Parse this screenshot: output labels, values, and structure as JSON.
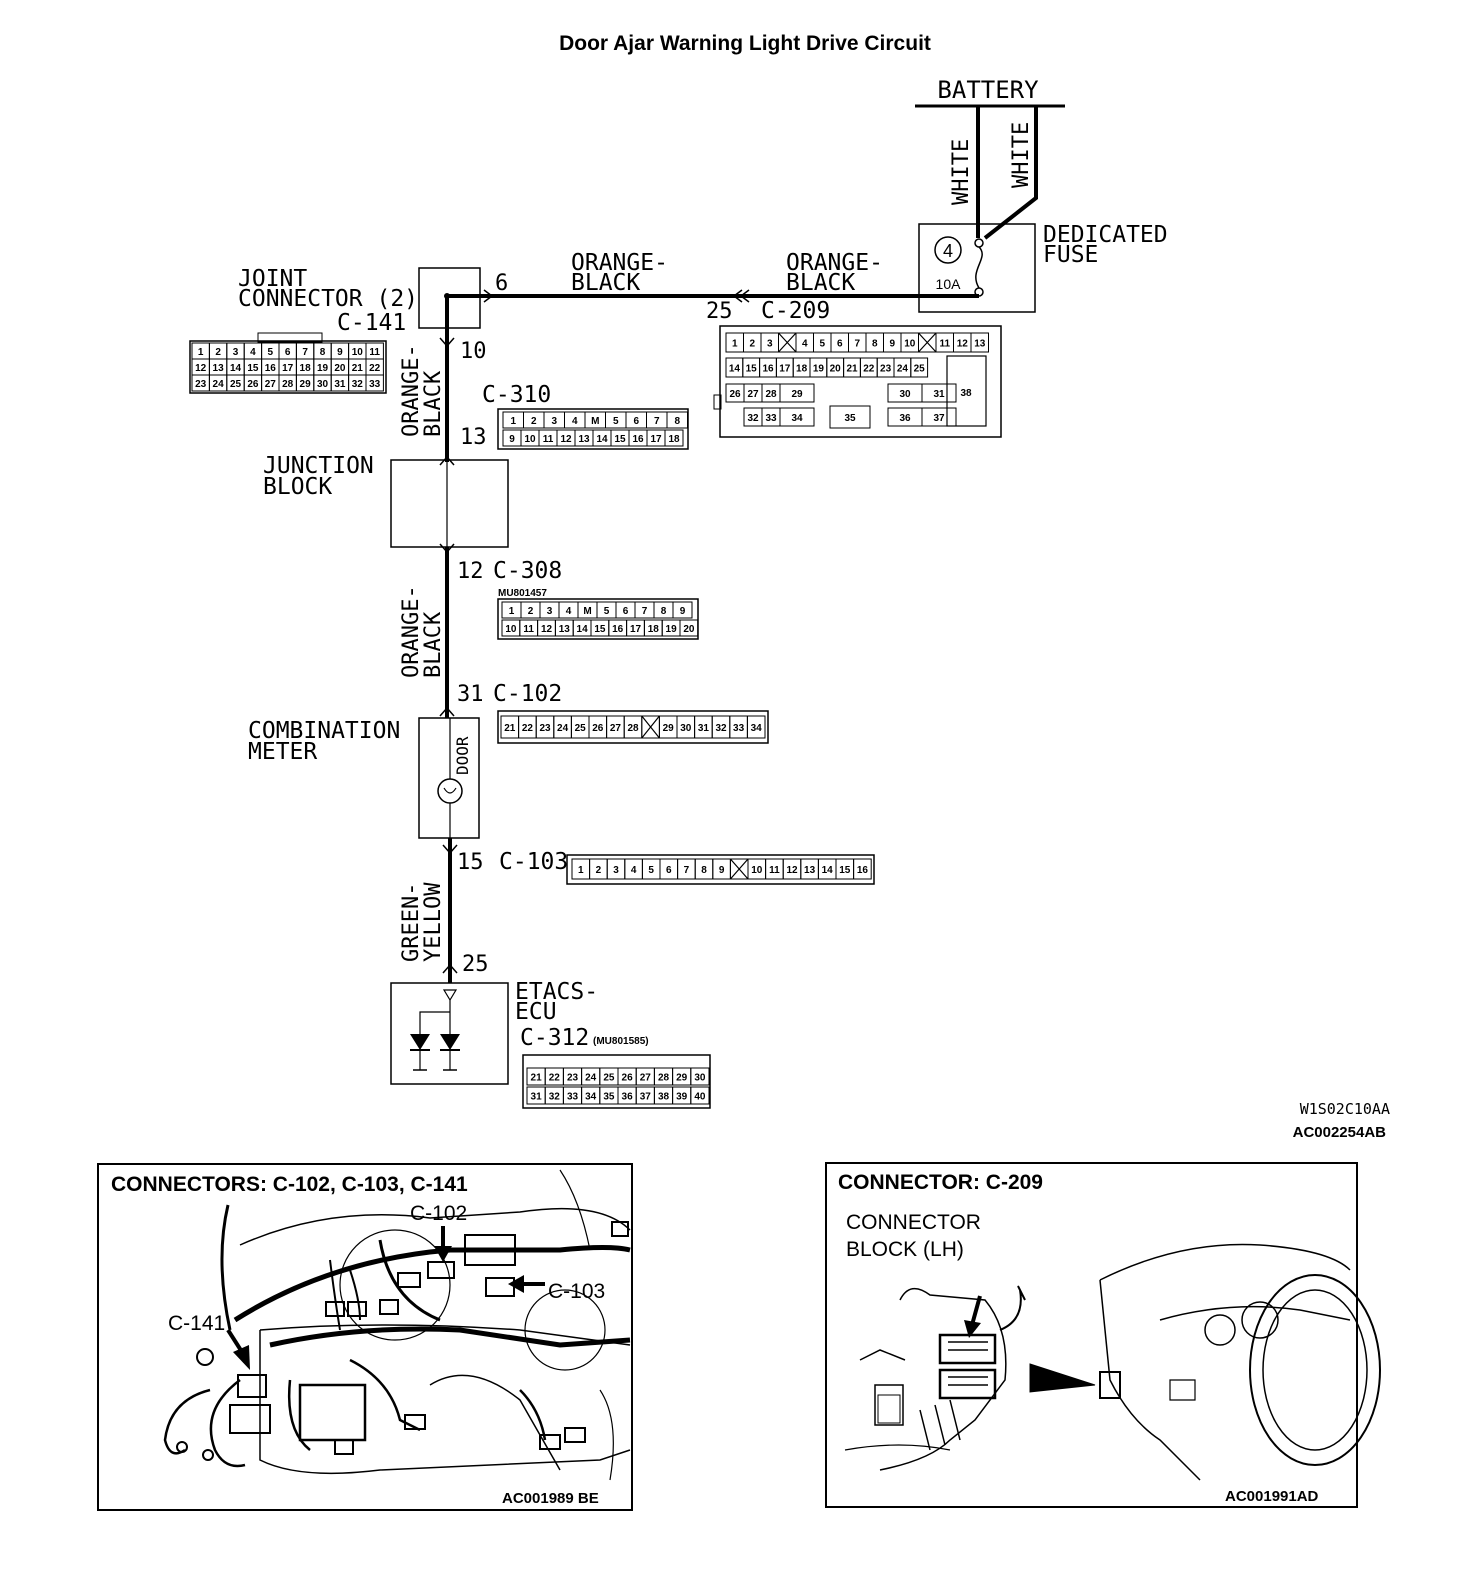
{
  "title": "Door Ajar Warning Light Drive Circuit",
  "battery": {
    "label": "BATTERY",
    "wire_left": "WHITE",
    "wire_right": "WHITE"
  },
  "fuse": {
    "label_line1": "DEDICATED",
    "label_line2": "FUSE",
    "number": "4",
    "rating": "10A"
  },
  "wires": {
    "ob_top_left_1": "ORANGE-",
    "ob_top_left_2": "BLACK",
    "ob_top_right_1": "ORANGE-",
    "ob_top_right_2": "BLACK",
    "ob_vert_1_a": "ORANGE-",
    "ob_vert_1_b": "BLACK",
    "ob_vert_2_a": "ORANGE-",
    "ob_vert_2_b": "BLACK",
    "gy_a": "GREEN-",
    "gy_b": "YELLOW"
  },
  "joint_connector": {
    "line1": "JOINT",
    "line2": "CONNECTOR (2)",
    "id": "C-141",
    "pin_out": "6",
    "pin_down": "10",
    "pins": [
      [
        "1",
        "2",
        "3",
        "4",
        "5",
        "6",
        "7",
        "8",
        "9",
        "10",
        "11"
      ],
      [
        "12",
        "13",
        "14",
        "15",
        "16",
        "17",
        "18",
        "19",
        "20",
        "21",
        "22"
      ],
      [
        "23",
        "24",
        "25",
        "26",
        "27",
        "28",
        "29",
        "30",
        "31",
        "32",
        "33"
      ]
    ]
  },
  "c209": {
    "pin": "25",
    "id": "C-209",
    "row1": [
      "1",
      "2",
      "3",
      "X",
      "4",
      "5",
      "6",
      "7",
      "8",
      "9",
      "10",
      "X",
      "11",
      "12",
      "13"
    ],
    "row2": [
      "14",
      "15",
      "16",
      "17",
      "18",
      "19",
      "20",
      "21",
      "22",
      "23",
      "24",
      "25"
    ],
    "row3": [
      "26",
      "27",
      "28",
      "29",
      "30",
      "31"
    ],
    "row4": [
      "32",
      "33",
      "34",
      "35",
      "36",
      "37"
    ],
    "big": "38"
  },
  "c310": {
    "id": "C-310",
    "pin": "13",
    "row1": [
      "1",
      "2",
      "3",
      "4",
      "M",
      "5",
      "6",
      "7",
      "8"
    ],
    "row2": [
      "9",
      "10",
      "11",
      "12",
      "13",
      "14",
      "15",
      "16",
      "17",
      "18"
    ]
  },
  "junction_block": {
    "line1": "JUNCTION",
    "line2": "BLOCK"
  },
  "c308": {
    "id": "C-308",
    "pin": "12",
    "part": "MU801457",
    "row1": [
      "1",
      "2",
      "3",
      "4",
      "M",
      "5",
      "6",
      "7",
      "8",
      "9"
    ],
    "row2": [
      "10",
      "11",
      "12",
      "13",
      "14",
      "15",
      "16",
      "17",
      "18",
      "19",
      "20"
    ]
  },
  "c102": {
    "id": "C-102",
    "pin": "31",
    "pins": [
      "21",
      "22",
      "23",
      "24",
      "25",
      "26",
      "27",
      "28",
      "X",
      "29",
      "30",
      "31",
      "32",
      "33",
      "34"
    ]
  },
  "combination_meter": {
    "line1": "COMBINATION",
    "line2": "METER",
    "lamp": "DOOR"
  },
  "c103": {
    "id": "C-103",
    "pin": "15",
    "pins": [
      "1",
      "2",
      "3",
      "4",
      "5",
      "6",
      "7",
      "8",
      "9",
      "X",
      "10",
      "11",
      "12",
      "13",
      "14",
      "15",
      "16"
    ]
  },
  "etacs": {
    "line1": "ETACS-",
    "line2": "ECU",
    "id": "C-312",
    "part": "(MU801585)",
    "pin": "25",
    "row1": [
      "21",
      "22",
      "23",
      "24",
      "25",
      "26",
      "27",
      "28",
      "29",
      "30"
    ],
    "row2": [
      "31",
      "32",
      "33",
      "34",
      "35",
      "36",
      "37",
      "38",
      "39",
      "40"
    ]
  },
  "codes": {
    "diagram": "W1S02C10AA",
    "ref": "AC002254AB"
  },
  "panel_left": {
    "title": "CONNECTORS: C-102, C-103, C-141",
    "c102": "C-102",
    "c103": "C-103",
    "c141": "C-141",
    "code": "AC001989 BE"
  },
  "panel_right": {
    "title": "CONNECTOR: C-209",
    "label1": "CONNECTOR",
    "label2": "BLOCK (LH)",
    "code": "AC001991AD"
  }
}
